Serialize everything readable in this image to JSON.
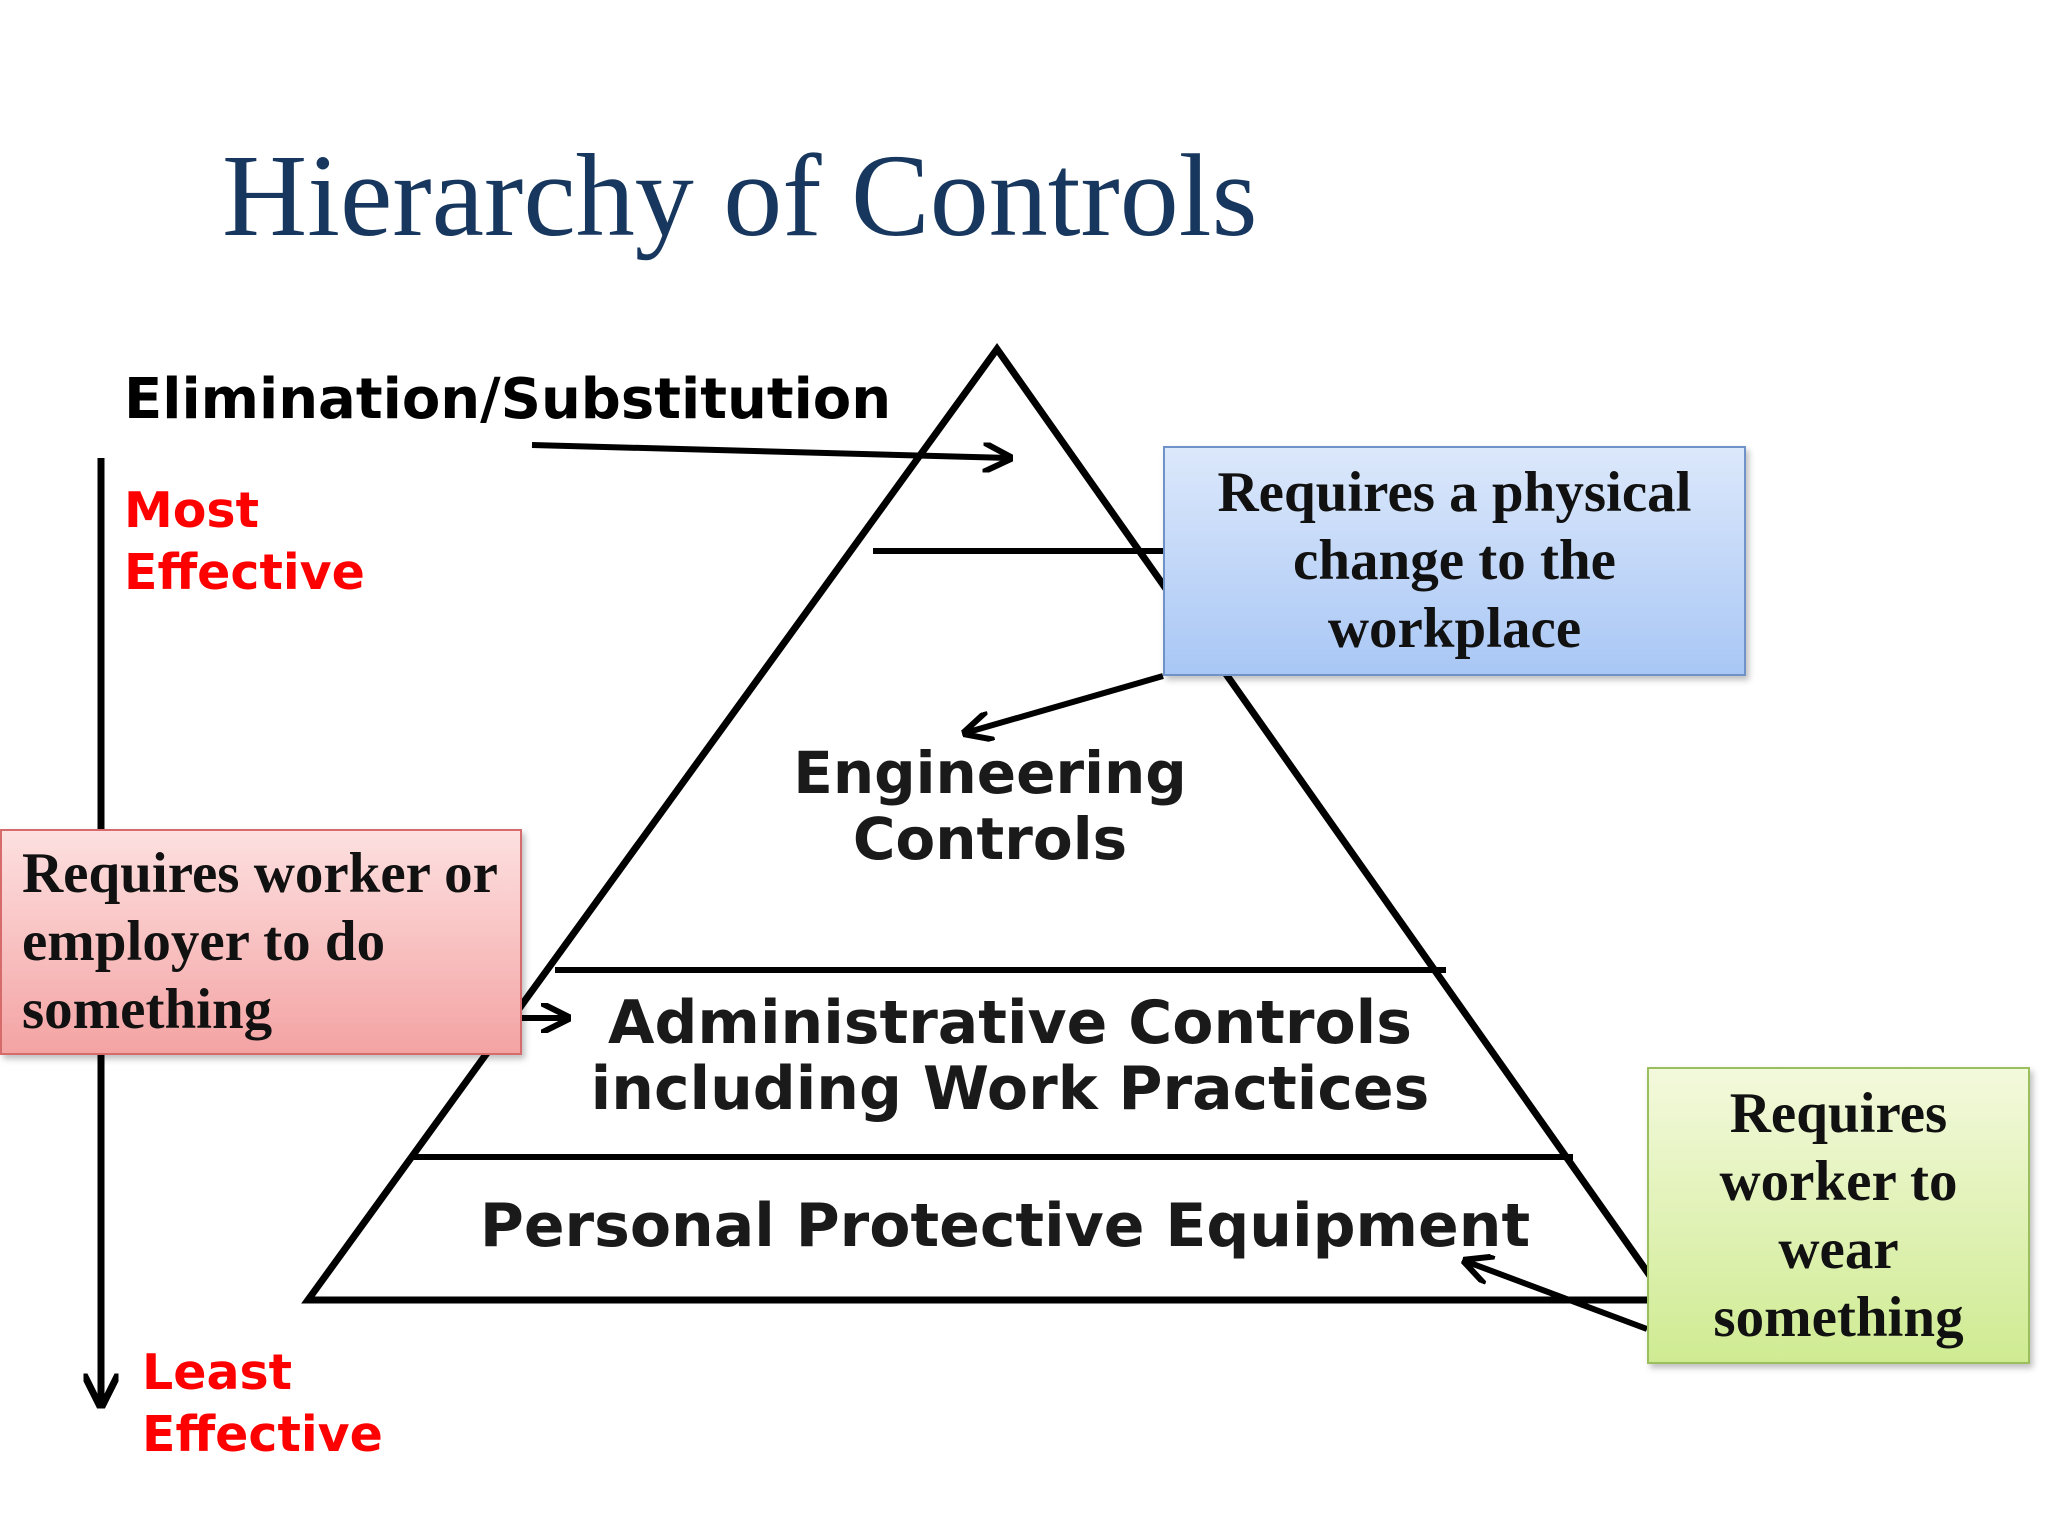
{
  "title": "Hierarchy of Controls",
  "top_label": "Elimination/Substitution",
  "effectiveness": {
    "most": "Most\nEffective",
    "least": "Least\nEffective"
  },
  "levels": {
    "engineering": "Engineering\nControls",
    "administrative": "Administrative Controls\nincluding Work Practices",
    "ppe": "Personal Protective Equipment"
  },
  "callouts": {
    "physical_change": "Requires a physical\nchange to the\nworkplace",
    "worker_employer": "Requires worker or\nemployer to do\nsomething",
    "wear_something": "Requires\nworker to\nwear\nsomething"
  },
  "colors": {
    "title": "#17375e",
    "effectiveness_text": "#ff0000",
    "callout_physical": "#a9c7f5",
    "callout_worker": "#f4a3a3",
    "callout_wear": "#cfeb92"
  }
}
